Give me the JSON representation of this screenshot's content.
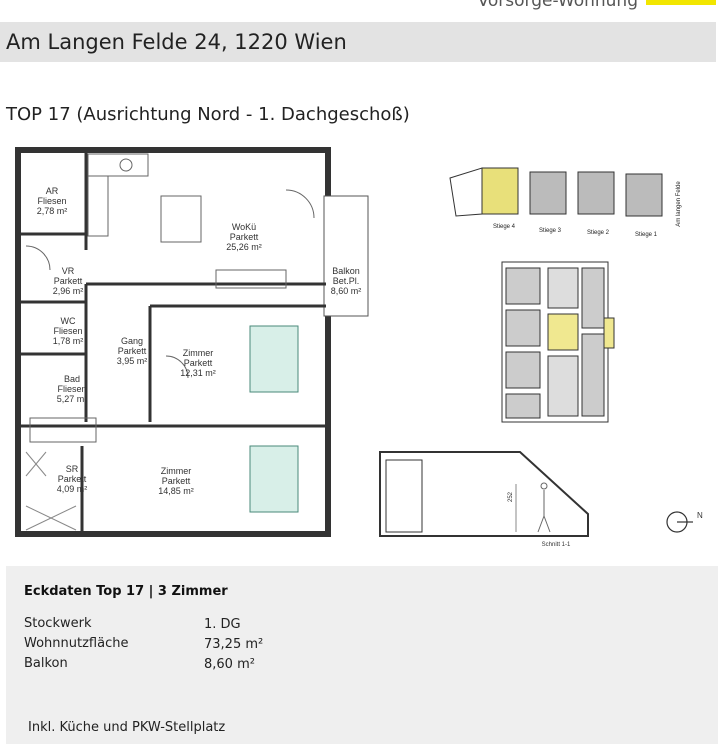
{
  "header": {
    "tagline": "Vorsorge-Wohnung",
    "accent_color": "#f2e600"
  },
  "title": "Am Langen Felde 24, 1220 Wien",
  "subtitle": "TOP 17 (Ausrichtung Nord - 1. Dachgeschoß)",
  "plan": {
    "rooms": [
      {
        "name": "AR",
        "floor": "Fliesen",
        "area": "2,78 m²"
      },
      {
        "name": "WoKü",
        "floor": "Parkett",
        "area": "25,26 m²"
      },
      {
        "name": "VR",
        "floor": "Parkett",
        "area": "2,96 m²"
      },
      {
        "name": "Balkon",
        "floor": "Bet.Pl.",
        "area": "8,60 m²"
      },
      {
        "name": "WC",
        "floor": "Fliesen",
        "area": "1,78 m²"
      },
      {
        "name": "Gang",
        "floor": "Parkett",
        "area": "3,95 m²"
      },
      {
        "name": "Zimmer",
        "floor": "Parkett",
        "area": "12,31 m²"
      },
      {
        "name": "Bad",
        "floor": "Fliesen",
        "area": "5,27 m²"
      },
      {
        "name": "SR",
        "floor": "Parkett",
        "area": "4,09 m²"
      },
      {
        "name": "Zimmer",
        "floor": "Parkett",
        "area": "14,85 m²"
      }
    ]
  },
  "siteplan": {
    "stairs": [
      "Stiege 4",
      "Stiege 3",
      "Stiege 2",
      "Stiege 1"
    ],
    "street": "Am langen Felde",
    "highlight_color": "#e8e07a"
  },
  "section": {
    "label": "Schnitt 1-1",
    "height": "252"
  },
  "compass": {
    "label": "N"
  },
  "info": {
    "heading": "Eckdaten Top 17 | 3 Zimmer",
    "rows": [
      {
        "label": "Stockwerk",
        "value": "1. DG"
      },
      {
        "label": "Wohnnutzfläche",
        "value": "73,25 m²"
      },
      {
        "label": "Balkon",
        "value": "8,60 m²"
      }
    ],
    "note": "Inkl. Küche und PKW-Stellplatz"
  }
}
